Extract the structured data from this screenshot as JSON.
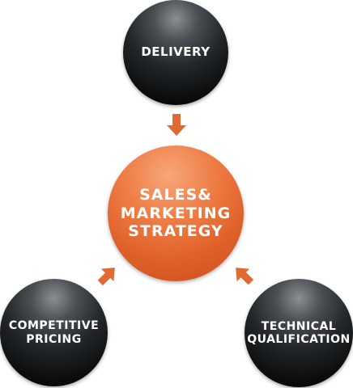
{
  "nodes": {
    "delivery": {
      "lines": [
        "DELIVERY"
      ]
    },
    "center": {
      "lines": [
        "SALES&",
        "MARKETING",
        "STRATEGY"
      ]
    },
    "pricing": {
      "lines": [
        "COMPETITIVE",
        "PRICING"
      ]
    },
    "technical": {
      "lines": [
        "TECHNICAL",
        "QUALIFICATION"
      ]
    }
  },
  "colors": {
    "arrow": "#e06a32",
    "center_fill": "#e0612a",
    "outer_fill": "#1a1c1e",
    "text": "#ffffff"
  }
}
